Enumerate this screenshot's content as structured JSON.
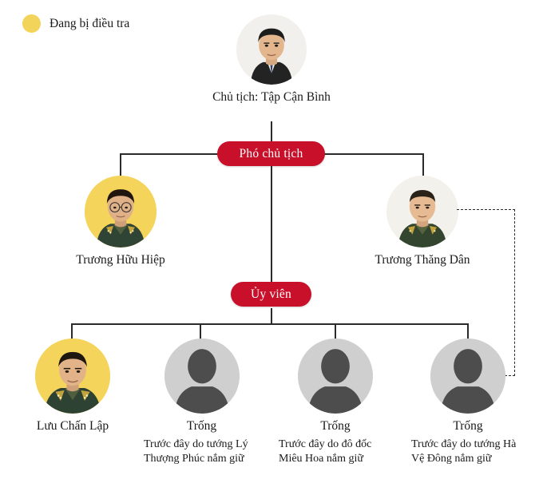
{
  "legend": {
    "label": "Đang bị điều tra",
    "dot_color": "#f2d45a",
    "dot_icon": "yellow-circle-icon"
  },
  "theme": {
    "pill_color": "#c8102a",
    "line_color": "#2b2b2b",
    "flag_color": "#f5d45b",
    "empty_avatar_bg": "#cfcfcf",
    "empty_avatar_fg": "#4d4d4d"
  },
  "chairman": {
    "name": "Chủ tịch: Tập Cận Bình",
    "avatar": "portrait-xi-jinping",
    "flagged": false
  },
  "groups": [
    {
      "label": "Phó chủ tịch"
    },
    {
      "label": "Ủy viên"
    }
  ],
  "vice_chairmen": [
    {
      "name": "Trương Hữu Hiệp",
      "avatar": "portrait-zhang-youxia",
      "flagged": true
    },
    {
      "name": "Trương Thăng Dân",
      "avatar": "portrait-zhang-shengmin",
      "flagged": false
    }
  ],
  "members": [
    {
      "name": "Lưu Chấn Lập",
      "avatar": "portrait-liu-zhenli",
      "flagged": true,
      "note": ""
    },
    {
      "name": "Trống",
      "avatar": "empty-person-icon",
      "flagged": false,
      "note": "Trước đây do tướng Lý Thượng Phúc nắm giữ"
    },
    {
      "name": "Trống",
      "avatar": "empty-person-icon",
      "flagged": false,
      "note": "Trước đây do đô đốc Miêu Hoa nắm giữ"
    },
    {
      "name": "Trống",
      "avatar": "empty-person-icon",
      "flagged": false,
      "note": "Trước đây do tướng Hà Vệ Đông nắm giữ"
    }
  ]
}
